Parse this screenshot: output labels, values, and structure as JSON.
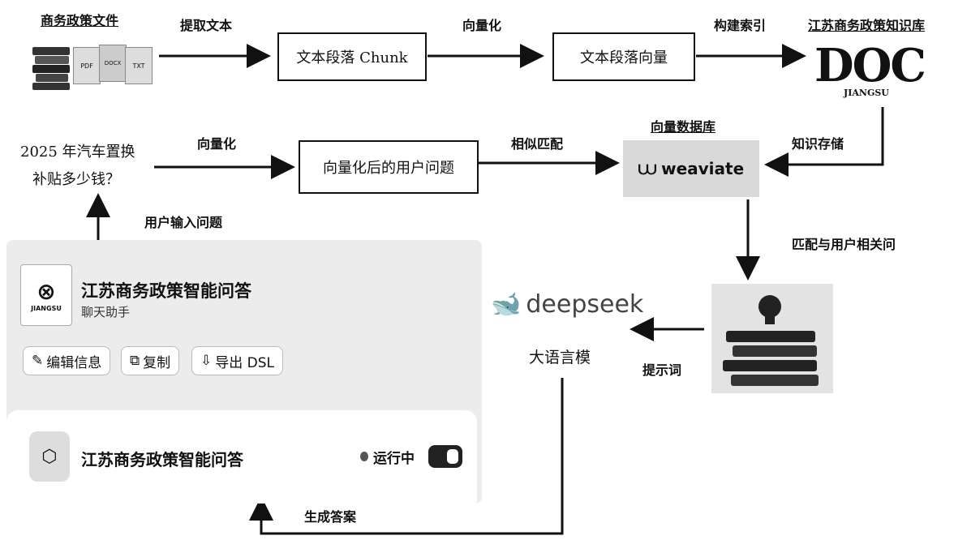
{
  "pipeline": {
    "source_label": "商务政策文件",
    "doc_types": [
      "PDF",
      "DOCX",
      "TXT"
    ],
    "step_extract": "提取文本",
    "chunk_box": "文本段落 Chunk",
    "step_vectorize_1": "向量化",
    "vector_box": "文本段落向量",
    "step_index": "构建索引",
    "kb_label": "江苏商务政策知识库",
    "doc_logo_text": "DOC",
    "doc_logo_sub": "JIANGSU"
  },
  "query": {
    "question_line1": "2025 年汽车置换",
    "question_line2": "补贴多少钱？",
    "step_vectorize_2": "向量化",
    "query_box": "向量化后的用户问题",
    "step_match": "相似匹配",
    "db_label": "向量数据库",
    "db_name": "weaviate",
    "step_store": "知识存储",
    "user_input_label": "用户输入问题",
    "step_relevant": "匹配与用户相关问",
    "step_prompt": "提示词",
    "llm_name": "deepseek",
    "llm_label": "大语言模",
    "step_answer": "生成答案"
  },
  "app_panel": {
    "logo_sub": "JIANGSU",
    "title": "江苏商务政策智能问答",
    "subtitle": "聊天助手",
    "buttons": [
      {
        "icon": "edit-icon",
        "label": "编辑信息"
      },
      {
        "icon": "copy-icon",
        "label": "复制"
      },
      {
        "icon": "export-icon",
        "label": "导出 DSL"
      }
    ],
    "card_title": "江苏商务政策智能问答",
    "status": "运行中"
  }
}
